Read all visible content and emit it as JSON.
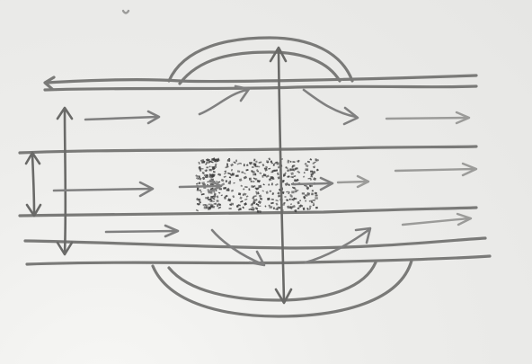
{
  "board": {
    "background": "#ececea",
    "ink_color": "#7a7a78",
    "stipple_color": "#3f3f3f"
  },
  "diagram": {
    "description_shapes": [
      "parallel-channel-lines",
      "bulge-arcs",
      "flow-arrows",
      "double-arrows",
      "stippled-region"
    ]
  }
}
